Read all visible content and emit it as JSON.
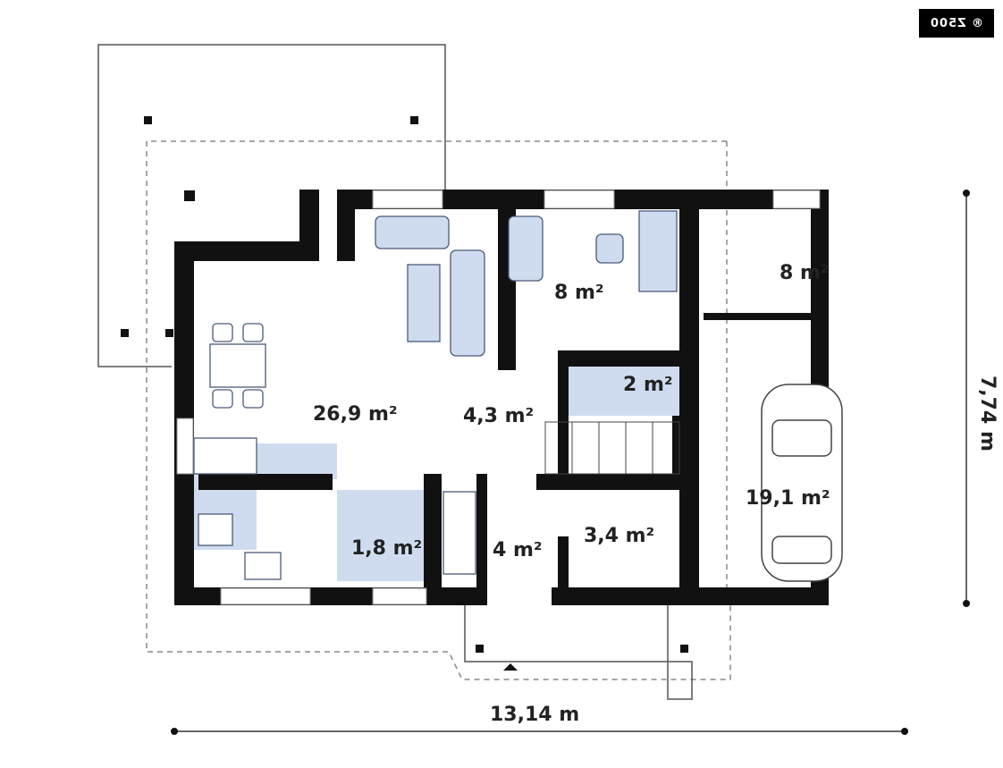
{
  "badge": {
    "code": "Z500",
    "symbol": "®"
  },
  "dimensions": {
    "width": "13,14 m",
    "depth": "7,74 m"
  },
  "rooms": [
    {
      "id": "living",
      "label": "26,9 m²"
    },
    {
      "id": "hall",
      "label": "4,3 m²"
    },
    {
      "id": "study",
      "label": "8 m²"
    },
    {
      "id": "wc",
      "label": "2 m²"
    },
    {
      "id": "boiler",
      "label": "8 m²"
    },
    {
      "id": "pantry",
      "label": "1,8 m²"
    },
    {
      "id": "vestibule",
      "label": "4 m²"
    },
    {
      "id": "utility",
      "label": "3,4 m²"
    },
    {
      "id": "garage",
      "label": "19,1 m²"
    }
  ],
  "colors": {
    "wall": "#111111",
    "fill": "#cfdcf0",
    "furniture_stroke": "#4a5a7a",
    "dashed": "#888888"
  }
}
